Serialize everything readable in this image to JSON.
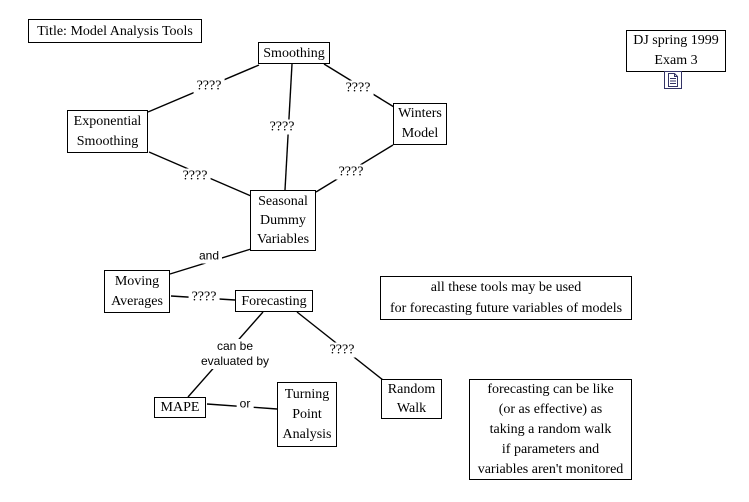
{
  "canvas": {
    "background": "#ffffff",
    "line_color": "#000000"
  },
  "title_box": {
    "text": "Title: Model Analysis Tools"
  },
  "credit_box": {
    "line1": "DJ spring 1999",
    "line2": "Exam 3",
    "icon": "note-icon",
    "icon_color": "#333366"
  },
  "nodes": {
    "smoothing": {
      "line1": "Smoothing"
    },
    "exponential_smoothing": {
      "line1": "Exponential",
      "line2": "Smoothing"
    },
    "winters_model": {
      "line1": "Winters",
      "line2": "Model"
    },
    "seasonal_dummy_variables": {
      "line1": "Seasonal",
      "line2": "Dummy",
      "line3": "Variables"
    },
    "moving_averages": {
      "line1": "Moving",
      "line2": "Averages"
    },
    "forecasting": {
      "line1": "Forecasting"
    },
    "mape": {
      "line1": "MAPE"
    },
    "turning_point_analysis": {
      "line1": "Turning",
      "line2": "Point",
      "line3": "Analysis"
    },
    "random_walk": {
      "line1": "Random",
      "line2": "Walk"
    }
  },
  "link_labels": {
    "smoothing_exponential": "????",
    "smoothing_seasonal": "????",
    "smoothing_winters": "????",
    "exponential_seasonal": "????",
    "winters_seasonal": "????",
    "seasonal_moving": "and",
    "moving_forecasting": "????",
    "forecasting_mape_line1": "can be",
    "forecasting_mape_line2": "evaluated by",
    "mape_turning": "or",
    "forecasting_random": "????"
  },
  "notes": {
    "tools_note": {
      "line1": "all these tools may be used",
      "line2": "for forecasting future variables of models"
    },
    "random_walk_note": {
      "line1": "forecasting can be like",
      "line2": "(or as effective) as",
      "line3": "taking a random walk",
      "line4": "if parameters and",
      "line5": "variables aren't monitored"
    }
  }
}
